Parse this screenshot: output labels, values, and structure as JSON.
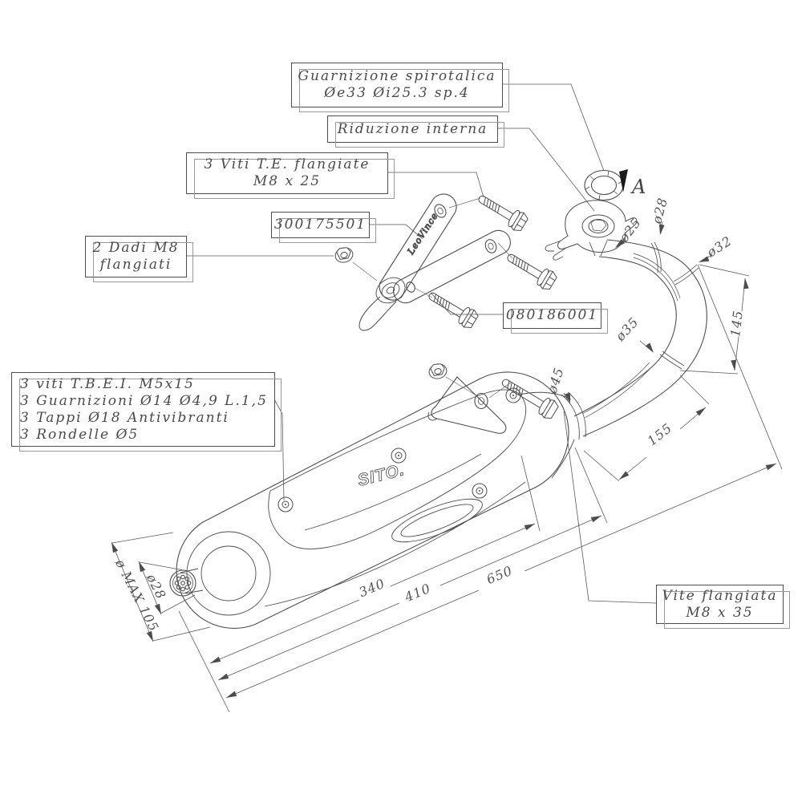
{
  "drawing": {
    "brand_logo": "SITO.",
    "bracket_text": "LeoVince",
    "view_marker": "A",
    "line_color": "#4d4d4d",
    "background": "#ffffff"
  },
  "callouts": {
    "gasket": {
      "line1": "Guarnizione spirotalica",
      "line2": "Øe33 Øi25.3 sp.4"
    },
    "internal_reduction": {
      "line1": "Riduzione interna"
    },
    "flanged_screws": {
      "line1": "3 Viti T.E. flangiate",
      "line2": "M8 x 25"
    },
    "part_code_1": {
      "line1": "300175501"
    },
    "flanged_nuts": {
      "line1": "2 Dadi M8",
      "line2": "flangiati"
    },
    "part_code_2": {
      "line1": "080186001"
    },
    "hardware_kit": {
      "line1": "3 viti T.B.E.I. M5x15",
      "line2": "3 Guarnizioni Ø14 Ø4,9 L.1,5",
      "line3": "3 Tappi Ø18 Antivibranti",
      "line4": "3 Rondelle Ø5"
    },
    "flanged_bolt": {
      "line1": "Vite flangiata",
      "line2": "M8 x 35"
    }
  },
  "dimensions": {
    "d25": "ø25",
    "d28_top": "ø28",
    "d32": "ø32",
    "d35": "ø35",
    "d45": "ø45",
    "h145": "145",
    "l155": "155",
    "l340": "340",
    "l410": "410",
    "l650": "650",
    "dmax": "ø MAX 105",
    "d28_out": "ø28"
  }
}
